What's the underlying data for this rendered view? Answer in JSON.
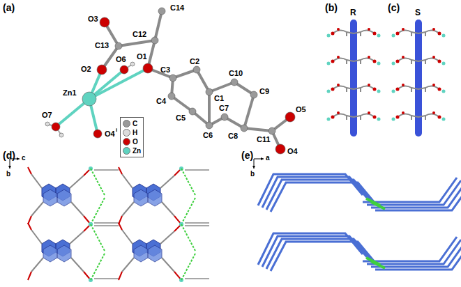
{
  "diagram": {
    "labels": [
      "(a)",
      "C14",
      "O3",
      "C13",
      "C12",
      "O1",
      "C3",
      "C2",
      "C1",
      "C10",
      "C9",
      "O2",
      "O6",
      "C4",
      "C5",
      "C6",
      "C7",
      "C8",
      "C11",
      "O5",
      "Zn1",
      "O7",
      "O4",
      "i",
      "O4",
      "(b)",
      "R",
      "(c)",
      "S",
      "(d)",
      "c",
      "b",
      "(e)",
      "a",
      "b"
    ],
    "legend": [
      {
        "text": "C",
        "color": "#9a9a9a"
      },
      {
        "text": "H",
        "color": "#dcdcdc"
      },
      {
        "text": "O",
        "color": "#cc0000"
      },
      {
        "text": "Zn",
        "color": "#5fd3c0"
      }
    ]
  }
}
